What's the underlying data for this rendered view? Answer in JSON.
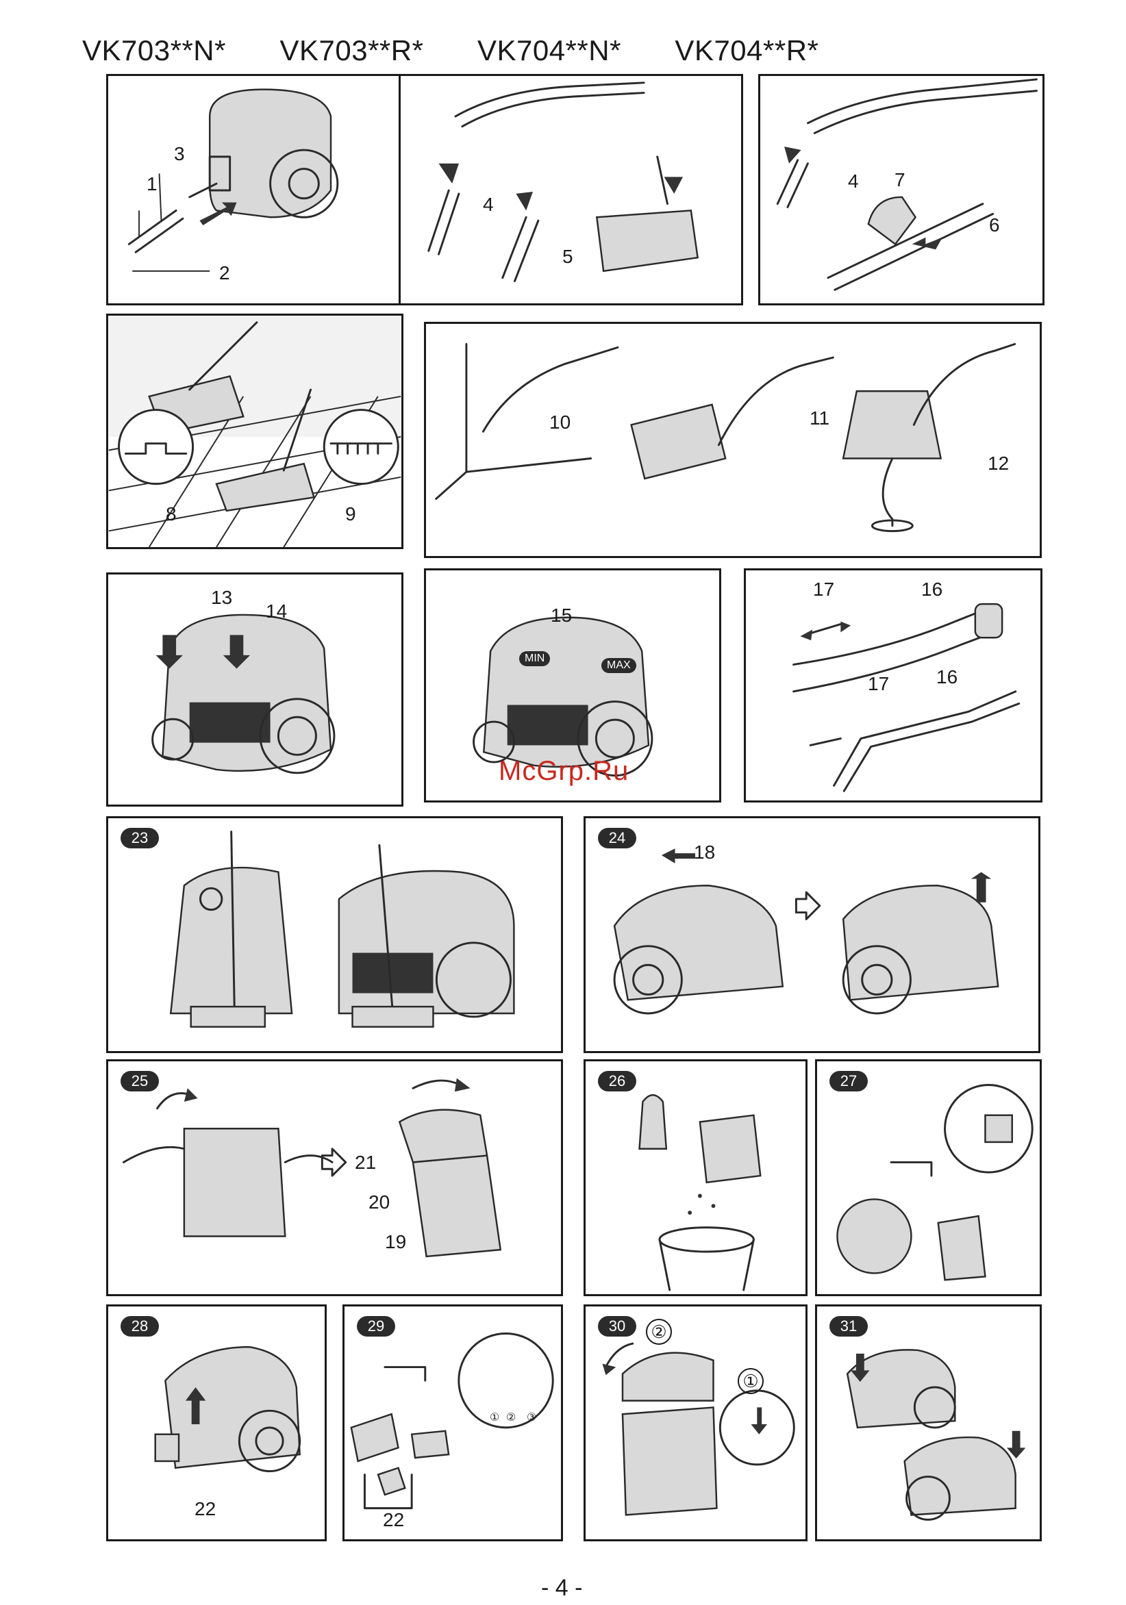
{
  "header": {
    "models": "VK703**N*   VK703**R*   VK704**N*   VK704**R*"
  },
  "panels": {
    "assembly_hose": {
      "labels": [
        "1",
        "3",
        "2"
      ]
    },
    "attach_tubes": {
      "labels": [
        "4",
        "5"
      ]
    },
    "adjust_tube": {
      "labels": [
        "4",
        "7",
        "6"
      ]
    },
    "floor_nozzle": {
      "labels": [
        "8",
        "9"
      ]
    },
    "accessories": {
      "labels": [
        "10",
        "11",
        "12"
      ]
    },
    "controls": {
      "labels": [
        "13",
        "14"
      ]
    },
    "power": {
      "labels": [
        "15"
      ],
      "min": "MIN",
      "max": "MAX"
    },
    "airflow": {
      "labels": [
        "17",
        "16",
        "17",
        "16"
      ]
    },
    "p23": {
      "badge": "23"
    },
    "p24": {
      "badge": "24",
      "labels": [
        "18"
      ]
    },
    "p25": {
      "badge": "25",
      "labels": [
        "21",
        "20",
        "19"
      ]
    },
    "p26": {
      "badge": "26"
    },
    "p27": {
      "badge": "27"
    },
    "p28": {
      "badge": "28",
      "labels": [
        "22"
      ]
    },
    "p29": {
      "badge": "29",
      "labels": [
        "22"
      ],
      "steps": [
        "①",
        "②",
        "③"
      ]
    },
    "p30": {
      "badge": "30",
      "steps": [
        "②",
        "①"
      ]
    },
    "p31": {
      "badge": "31"
    }
  },
  "watermark": "McGrp.Ru",
  "page_number": "- 4 -"
}
